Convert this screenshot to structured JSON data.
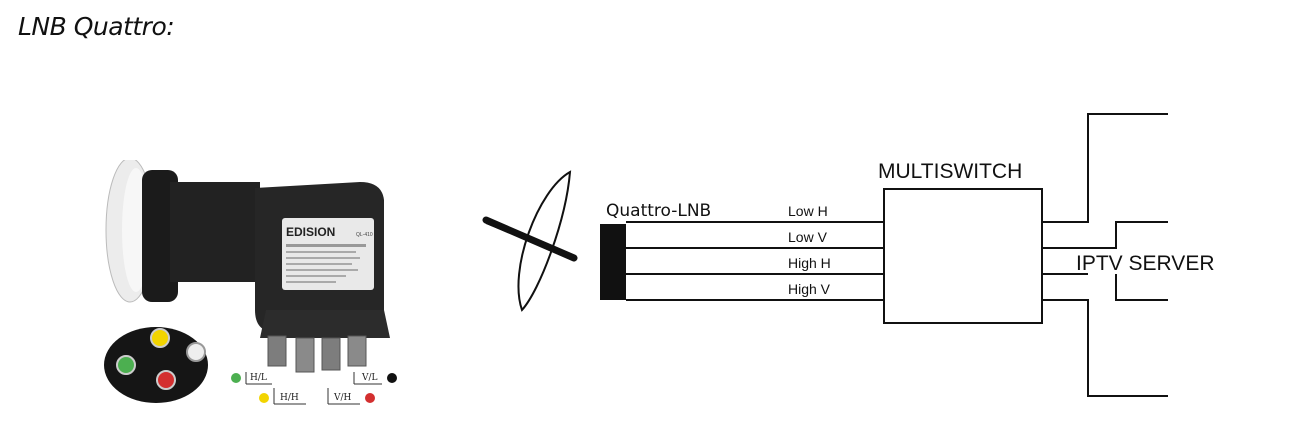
{
  "page": {
    "title": "LNB Quattro:"
  },
  "photo": {
    "brand": "EDISION",
    "model": "QL-410",
    "ports": [
      "H/L",
      "H/H",
      "V/L",
      "V/H"
    ],
    "port_colors": {
      "H/L": "#4caf50",
      "H/H": "#f2d400",
      "V/L": "#111111",
      "V/H": "#d32f2f"
    }
  },
  "diagram": {
    "lnb_label": "Quattro-LNB",
    "lines": [
      "Low H",
      "Low V",
      "High H",
      "High V"
    ],
    "multiswitch_label": "MULTISWITCH",
    "server_label": "IPTV SERVER"
  }
}
